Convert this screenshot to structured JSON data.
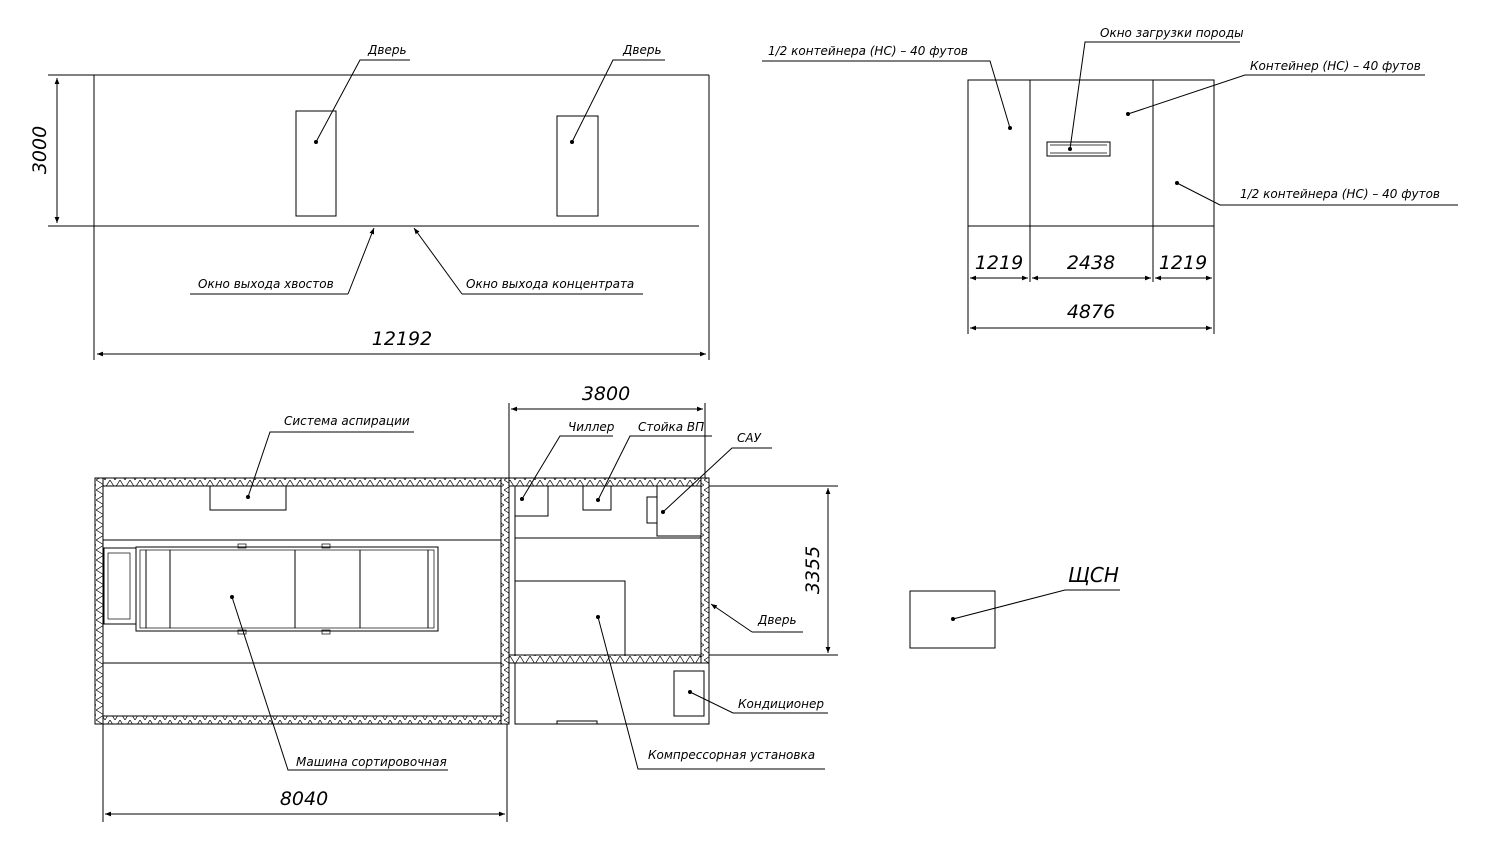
{
  "top_view": {
    "door_left": "Дверь",
    "door_right": "Дверь",
    "height_dim": "3000",
    "length_dim": "12192",
    "tailings_window": "Окно выхода хвостов",
    "concentrate_window": "Окно выхода концентрата"
  },
  "end_view": {
    "half_container_left": "1/2 контейнера (HC) – 40 футов",
    "container_center": "Контейнер (HC) – 40 футов",
    "half_container_right": "1/2 контейнера (HC) – 40 футов",
    "load_window": "Окно загрузки породы",
    "dim_left": "1219",
    "dim_center": "2438",
    "dim_right": "1219",
    "dim_total": "4876"
  },
  "plan_view": {
    "dim_3800": "3800",
    "dim_3355": "3355",
    "dim_8040": "8040",
    "aspiration": "Система аспирации",
    "chiller": "Чиллер",
    "vp_rack": "Стойка ВП",
    "sau": "САУ",
    "door": "Дверь",
    "conditioner": "Кондиционер",
    "compressor": "Компрессорная установка",
    "sorter": "Машина сортировочная"
  },
  "shchsn": "ЩСН"
}
